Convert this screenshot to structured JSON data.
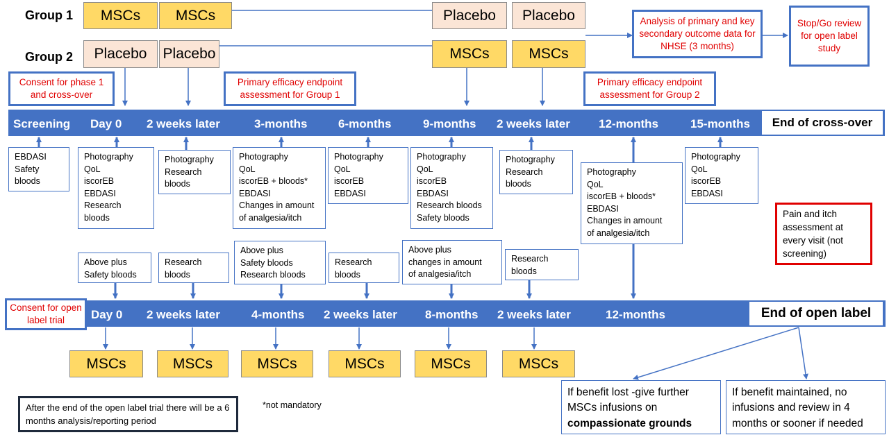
{
  "groups": {
    "group1_label": "Group 1",
    "group2_label": "Group 2",
    "msc": "MSCs",
    "placebo": "Placebo"
  },
  "notes": {
    "consent_phase1": "Consent for phase 1 and cross-over",
    "primary_g1": "Primary efficacy endpoint assessment for Group 1",
    "primary_g2": "Primary efficacy endpoint assessment for Group 2",
    "analysis": "Analysis of primary and key secondary outcome data for NHSE (3 months)",
    "stopgo": "Stop/Go review for open label study",
    "consent_open": "Consent for open label trial",
    "pain_itch": "Pain and itch assessment at every visit (not screening)",
    "after_trial": "After the end of the open label trial there will be a 6 months  analysis/reporting period",
    "not_mandatory": "*not mandatory"
  },
  "timeline1": {
    "labels": [
      "Screening",
      "Day 0",
      "2 weeks later",
      "3-months",
      "6-months",
      "9-months",
      "2 weeks later",
      "12-months",
      "15-months"
    ],
    "end": "End of cross-over"
  },
  "timeline2": {
    "labels": [
      "Day 0",
      "2 weeks later",
      "4-months",
      "2 weeks later",
      "8-months",
      "2 weeks later",
      "12-months"
    ],
    "end": "End of open label"
  },
  "visits1": {
    "screening": [
      "EBDASI",
      "Safety",
      "bloods"
    ],
    "day0": [
      "Photography",
      "QoL",
      "iscorEB",
      "EBDASI",
      "Research",
      "bloods"
    ],
    "wk2": [
      "Photography",
      "Research",
      "bloods"
    ],
    "m3": [
      "Photography",
      "QoL",
      "iscorEB + bloods*",
      "EBDASI",
      "Changes in amount",
      "of analgesia/itch"
    ],
    "m6": [
      "Photography",
      "QoL",
      "iscorEB",
      "EBDASI"
    ],
    "m9": [
      "Photography",
      "QoL",
      "iscorEB",
      "EBDASI",
      "Research bloods",
      "Safety bloods"
    ],
    "wk2b": [
      "Photography",
      "Research",
      "bloods"
    ],
    "m12": [
      "Photography",
      "QoL",
      "iscorEB + bloods*",
      "EBDASI",
      "Changes in amount",
      "of analgesia/itch"
    ],
    "m15": [
      "Photography",
      "QoL",
      "iscorEB",
      "EBDASI"
    ]
  },
  "visits2": {
    "day0": [
      "Above plus",
      "Safety bloods"
    ],
    "wk2": [
      "Research",
      "bloods"
    ],
    "m4": [
      "Above plus",
      "Safety bloods",
      "Research bloods"
    ],
    "wk2b": [
      "Research",
      "bloods"
    ],
    "m8": [
      "Above plus",
      "changes in  amount",
      "of analgesia/itch"
    ],
    "wk2c": [
      "Research",
      "bloods"
    ]
  },
  "outcomes": {
    "lost_text": "If benefit lost -give further MSCs infusions on",
    "lost_bold": "compassionate grounds",
    "maintained": "If benefit maintained, no infusions and review in 4 months or sooner if needed"
  }
}
